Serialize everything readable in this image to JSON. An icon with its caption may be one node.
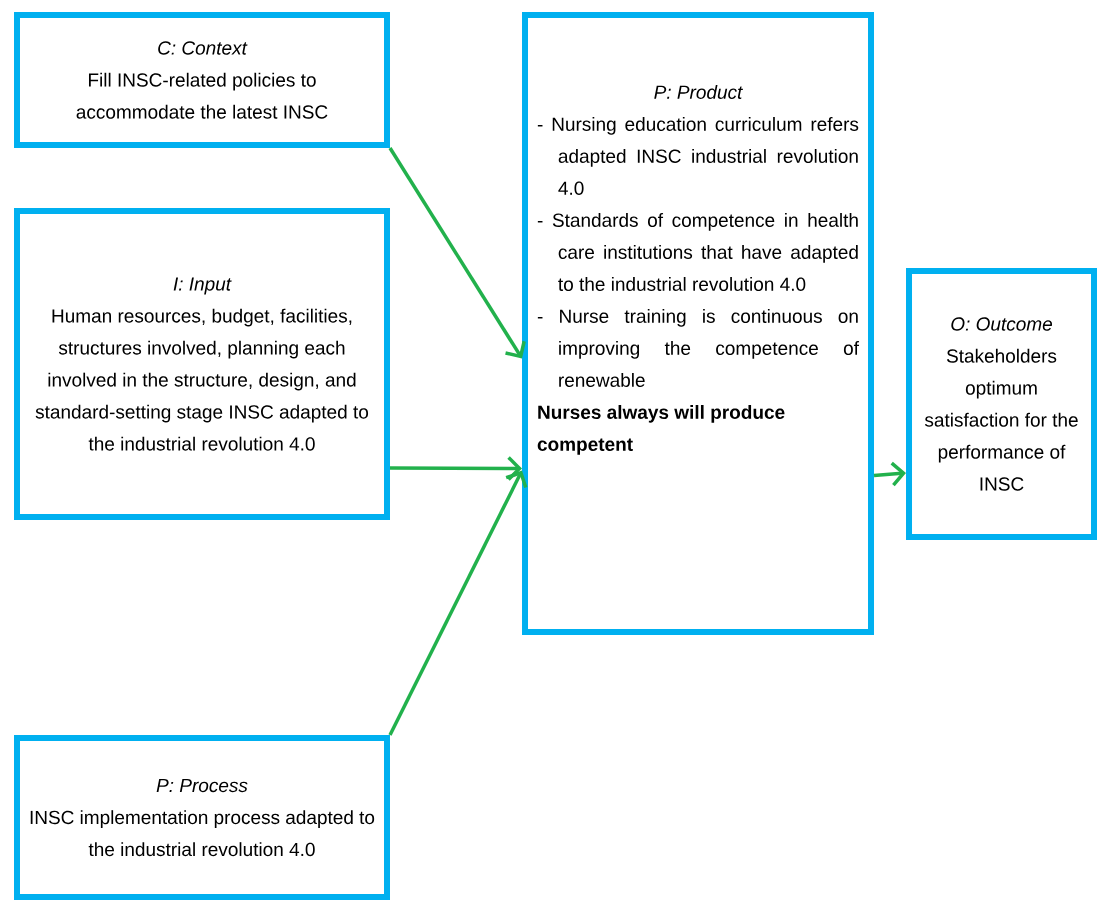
{
  "diagram": {
    "nodes": [
      {
        "text": [
          "C: Context",
          "Fill INSC-related policies to accommodate the latest INSC"
        ]
      },
      {
        "text": [
          "I: Input",
          "Human resources, budget, facilities, structures involved, planning each involved in the structure, design, and standard-setting stage INSC adapted to the industrial revolution 4.0"
        ]
      },
      {
        "text": [
          "P: Process",
          "INSC implementation process adapted to the industrial revolution 4.0"
        ]
      },
      {
        "text": [
          "P: Product",
          "- Nursing education curriculum refers adapted INSC industrial revolution 4.0",
          "- Standards of competence in health care institutions that have adapted to the industrial revolution 4.0",
          "- Nurse training is continuous on improving the competence of renewable",
          "Nurses always will produce competent"
        ]
      },
      {
        "text": [
          "O: Outcome",
          "Stakeholders optimum satisfaction for the performance of INSC"
        ]
      }
    ],
    "edges": [
      {
        "from": 0,
        "to": 3,
        "arrow": "to"
      },
      {
        "from": 1,
        "to": 3,
        "arrow": "to"
      },
      {
        "from": 2,
        "to": 3,
        "arrow": "to"
      },
      {
        "from": 3,
        "to": 4,
        "arrow": "to"
      }
    ]
  }
}
